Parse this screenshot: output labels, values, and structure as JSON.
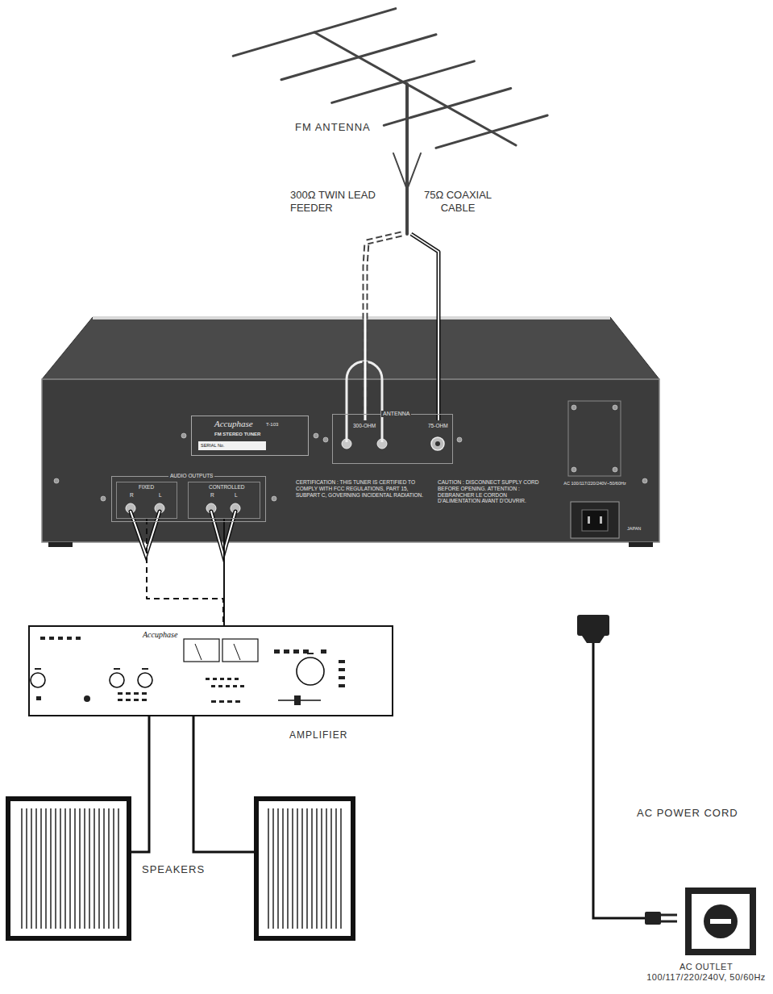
{
  "diagram": {
    "nodes": [
      {
        "text": [
          "FM ANTENNA"
        ]
      },
      {
        "text": [
          "CERTIFICATION : THIS TUNER IS CERTIFIED TO COMPLY WITH FCC REGULATIONS, PART 15, SUBPART C, GOVERNING INCIDENTAL RADIATION.",
          "CAUTION : DISCONNECT SUPPLY CORD BEFORE OPENING. ATTENTION : DEBRANCHER LE CORDON D'ALIMENTATION AVANT D'OUVRIR.",
          "AC 100/117/220/240V~50/60Hz",
          "JAPAN"
        ]
      },
      {
        "text": [
          "Accuphase",
          "T-103",
          "FM STEREO TUNER",
          "SERIAL No."
        ],
        "in": 1
      },
      {
        "text": [
          "ANTENNA"
        ],
        "in": 1
      },
      {
        "text": [
          "300-OHM"
        ],
        "in": 3
      },
      {
        "text": [
          "75-OHM"
        ],
        "in": 3
      },
      {
        "text": [
          "AUDIO OUTPUTS"
        ],
        "in": 1
      },
      {
        "text": [
          "FIXED",
          "R",
          "L"
        ],
        "in": 6
      },
      {
        "text": [
          "CONTROLLED",
          "R",
          "L"
        ],
        "in": 6
      },
      {
        "text": [
          "Accuphase",
          "AMPLIFIER"
        ]
      },
      {
        "text": [
          "AC OUTLET 100/117/220/240V, 50/60Hz"
        ]
      }
    ],
    "edges": [
      {
        "from": 0,
        "to": 4,
        "label": "300Ω TWIN LEAD FEEDER",
        "arrow": "none"
      },
      {
        "from": 0,
        "to": 5,
        "label": "75Ω COAXIAL CABLE",
        "arrow": "none"
      },
      {
        "from": 7,
        "to": 9,
        "arrow": "none"
      },
      {
        "from": 8,
        "to": 9,
        "arrow": "none"
      }
    ],
    "labels": [
      "SPEAKERS",
      "AC POWER CORD"
    ]
  }
}
